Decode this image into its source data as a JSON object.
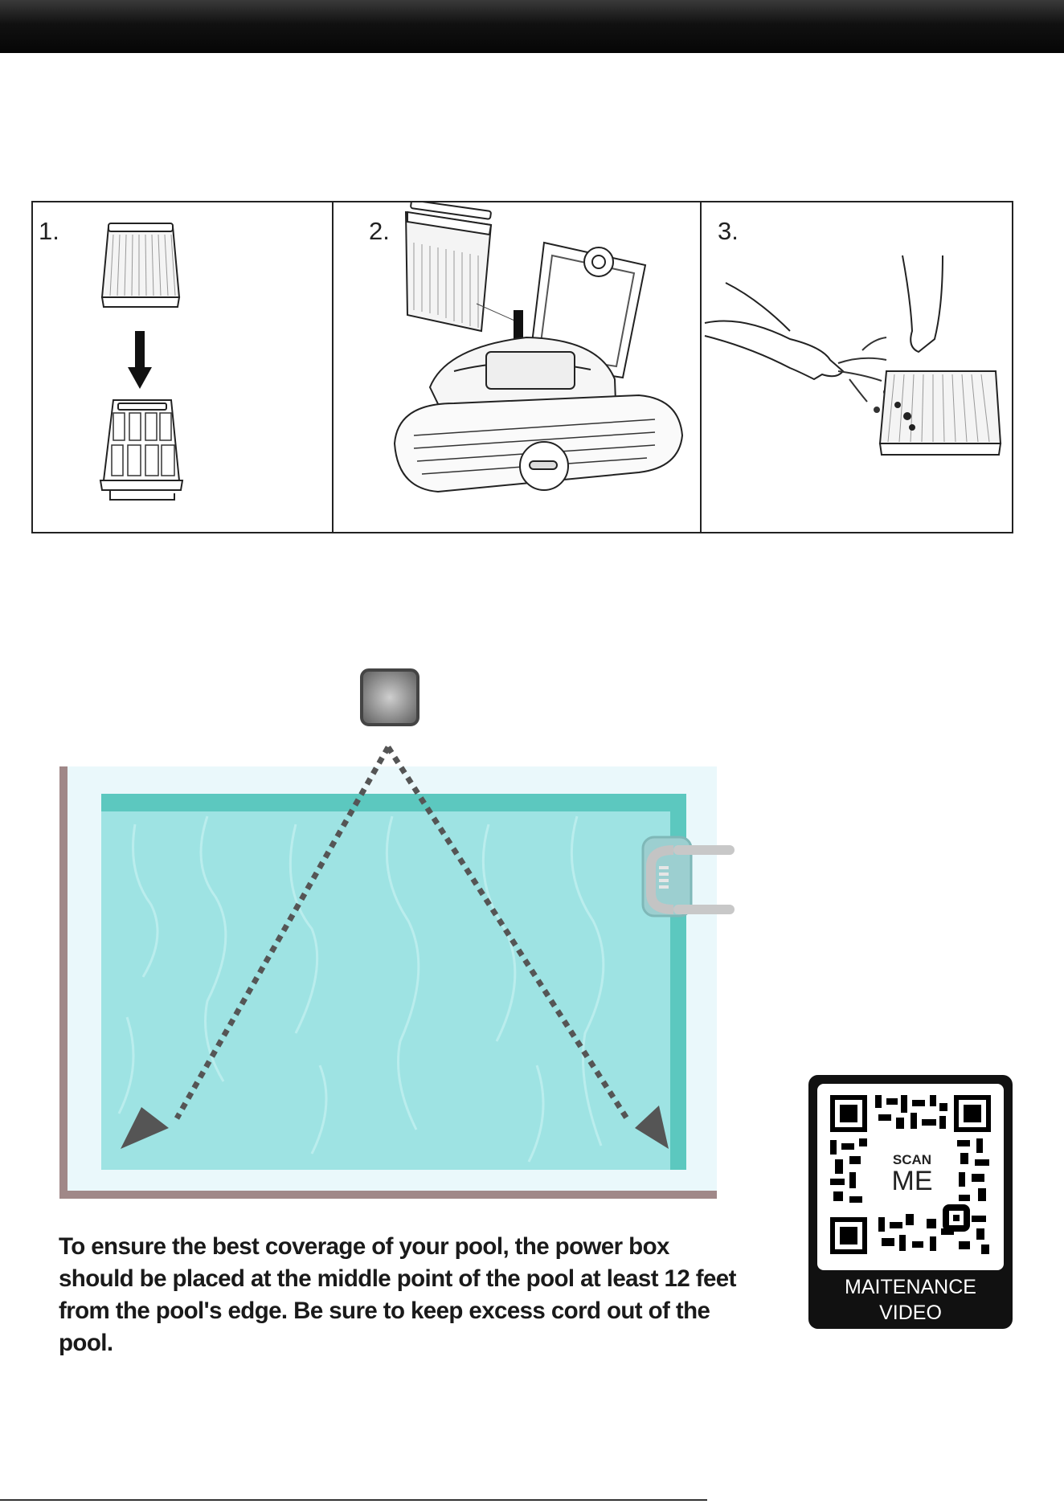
{
  "steps": [
    {
      "number": "1."
    },
    {
      "number": "2."
    },
    {
      "number": "3."
    }
  ],
  "diagram": {
    "caption": "To ensure the best coverage of your pool, the power box should be placed at the middle point of the pool at least 12 feet from the pool's edge. Be sure to keep excess cord out of the pool."
  },
  "qr": {
    "scan_label_1": "SCAN",
    "scan_label_2": "ME",
    "footer_line_1": "MAITENANCE",
    "footer_line_2": "VIDEO"
  },
  "colors": {
    "pool_water": "#9ee3e3",
    "pool_edge": "#5cc8bf",
    "pool_deck": "#eaf8fb",
    "pool_coping": "#a08888",
    "power_box": "#6a6a6a"
  }
}
